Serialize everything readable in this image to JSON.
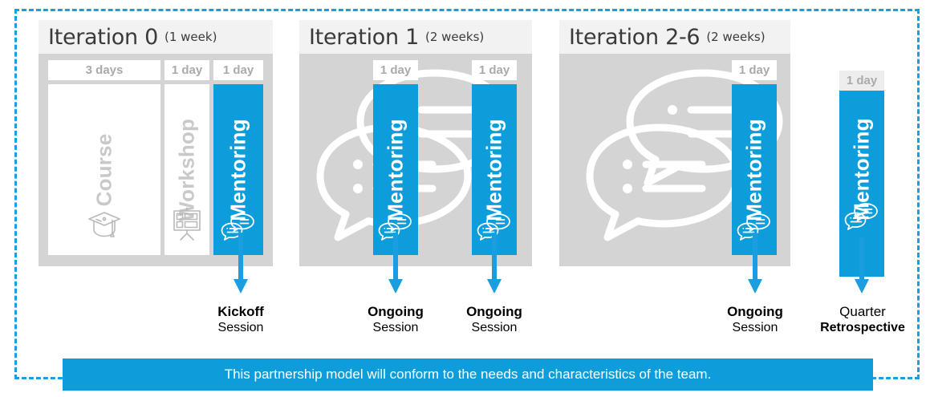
{
  "diagram": {
    "banner_text": "This partnership model will conform to the needs and characteristics of the team.",
    "accent_color": "#0d9ddb",
    "panel_head_bg": "#f2f2f2",
    "panel_body_bg": "#d4d4d4",
    "frame_color": "#1a9ee0"
  },
  "panels": [
    {
      "title": "Iteration 0",
      "duration": "(1 week)",
      "columns": [
        {
          "chip": "3 days",
          "label": "Course",
          "icon": "graduation-cap-icon",
          "style": "white"
        },
        {
          "chip": "1 day",
          "label": "Workshop",
          "icon": "easel-board-icon",
          "style": "white"
        },
        {
          "chip": "1 day",
          "label": "Mentoring",
          "icon": "speech-bubbles-icon",
          "style": "blue"
        }
      ]
    },
    {
      "title": "Iteration 1",
      "duration": "(2 weeks)",
      "columns": [
        {
          "chip": "1 day",
          "label": "Mentoring",
          "icon": "speech-bubbles-icon",
          "style": "blue"
        },
        {
          "chip": "1 day",
          "label": "Mentoring",
          "icon": "speech-bubbles-icon",
          "style": "blue"
        }
      ]
    },
    {
      "title": "Iteration 2-6",
      "duration": "(2 weeks)",
      "columns": [
        {
          "chip": "1 day",
          "label": "Mentoring",
          "icon": "speech-bubbles-icon",
          "style": "blue"
        }
      ]
    }
  ],
  "standalone": {
    "chip": "1 day",
    "label": "Mentoring",
    "icon": "speech-bubbles-icon"
  },
  "callouts": [
    {
      "line1": "Kickoff",
      "line2": "Session"
    },
    {
      "line1": "Ongoing",
      "line2": "Session"
    },
    {
      "line1": "Ongoing",
      "line2": "Session"
    },
    {
      "line1": "Ongoing",
      "line2": "Session"
    },
    {
      "line1": "Quarter",
      "line2": "Retrospective"
    }
  ]
}
